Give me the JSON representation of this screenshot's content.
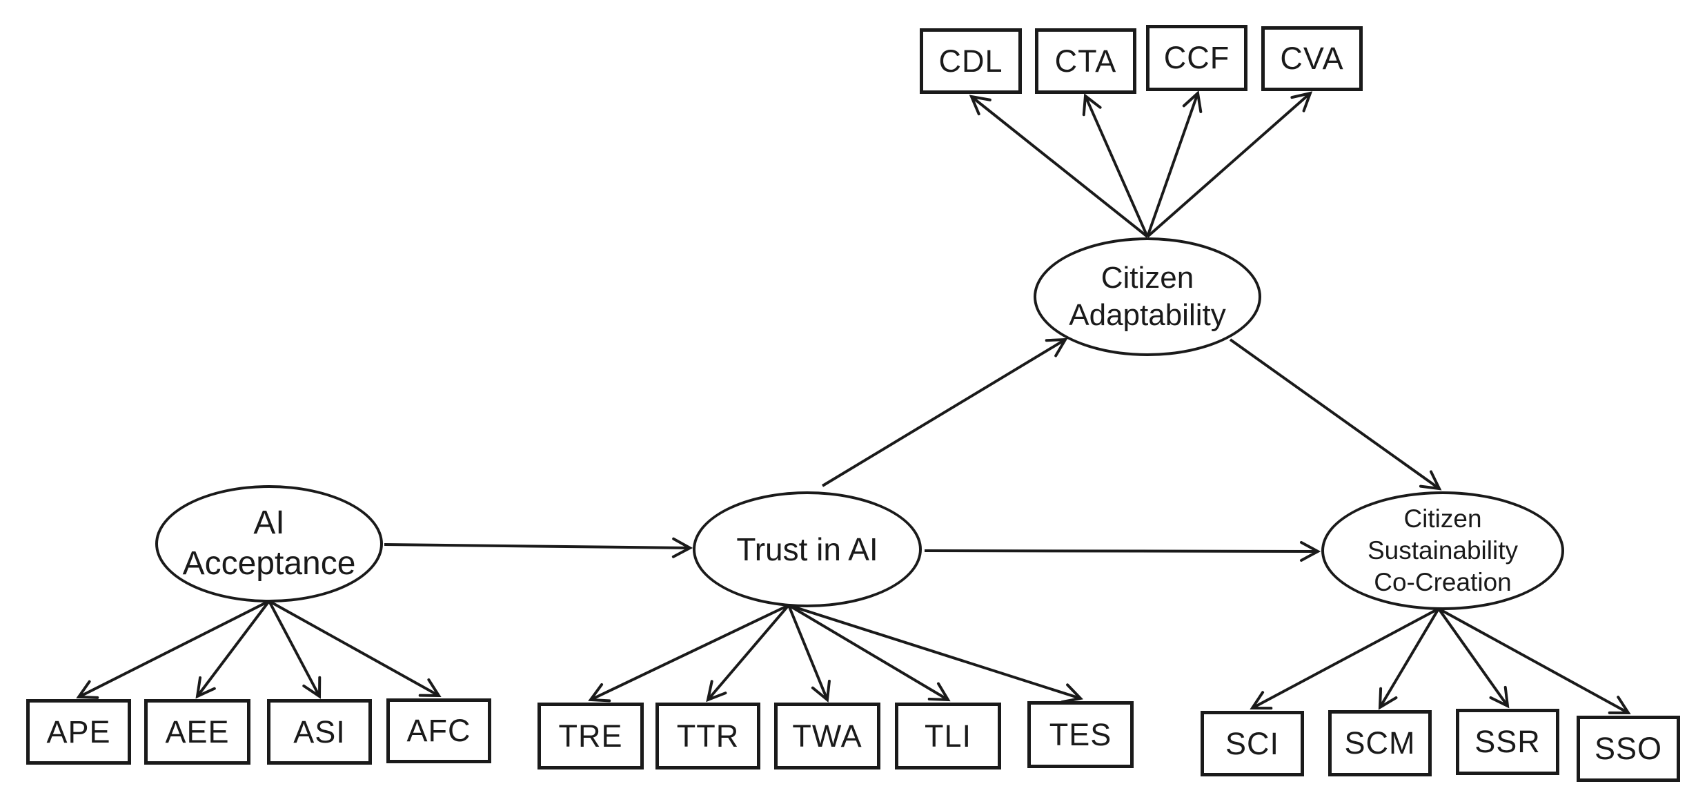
{
  "colors": {
    "stroke": "#1a1a1a",
    "background": "#ffffff"
  },
  "latent": {
    "ai_acceptance": {
      "label": "AI\nAcceptance"
    },
    "trust_in_ai": {
      "label": "Trust in AI"
    },
    "citizen_adaptability": {
      "label": "Citizen\nAdaptability"
    },
    "citizen_sustainability": {
      "label": "Citizen\nSustainability\nCo-Creation"
    }
  },
  "indicators": {
    "citizen_adaptability": [
      "CDL",
      "CTA",
      "CCF",
      "CVA"
    ],
    "ai_acceptance": [
      "APE",
      "AEE",
      "ASI",
      "AFC"
    ],
    "trust_in_ai": [
      "TRE",
      "TTR",
      "TWA",
      "TLI",
      "TES"
    ],
    "citizen_sustainability": [
      "SCI",
      "SCM",
      "SSR",
      "SSO"
    ]
  },
  "edges": [
    {
      "from": "AI Acceptance",
      "to": "Trust in AI"
    },
    {
      "from": "Trust in AI",
      "to": "Citizen Adaptability"
    },
    {
      "from": "Trust in AI",
      "to": "Citizen Sustainability Co-Creation"
    },
    {
      "from": "Citizen Adaptability",
      "to": "Citizen Sustainability Co-Creation"
    }
  ]
}
